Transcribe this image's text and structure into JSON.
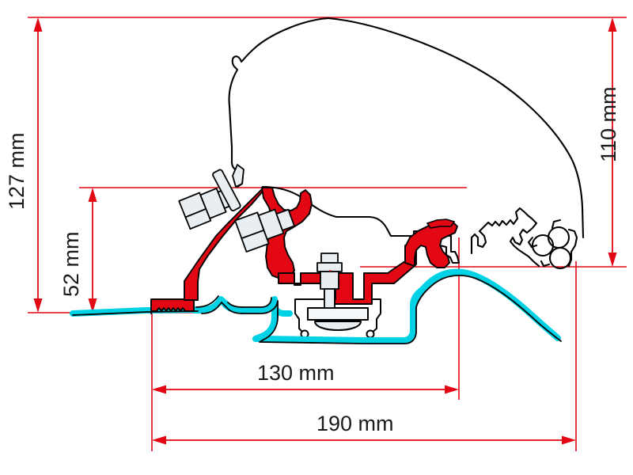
{
  "drawing": {
    "title": "Awning roof adapter bracket cross-section",
    "type": "technical-cross-section",
    "background_color": "#ffffff",
    "dimension_color": "#e30613",
    "outline_color": "#000000",
    "bracket_color": "#e30613",
    "seal_color": "#00d2e6",
    "hardware_fill": "#e8eef2",
    "label_color": "#1a1a1a"
  },
  "dimensions": {
    "height_total": {
      "value": "127 mm",
      "orientation": "vertical",
      "position": "left-outer"
    },
    "height_lower": {
      "value": "52 mm",
      "orientation": "vertical",
      "position": "left-inner"
    },
    "height_right": {
      "value": "110 mm",
      "orientation": "vertical",
      "position": "right-outer"
    },
    "width_inner": {
      "value": "130 mm",
      "orientation": "horizontal",
      "position": "bottom-inner"
    },
    "width_outer": {
      "value": "190 mm",
      "orientation": "horizontal",
      "position": "bottom-outer"
    }
  },
  "components": {
    "vehicle_roof": "vehicle-roof-profile",
    "awning_rail": "awning-rail-extrusion",
    "adapter_bracket": "red-adapter-bracket",
    "rubber_seal": "cyan-sealing-strip",
    "fasteners": "bolt-and-nut-assembly",
    "mounting_plate": "mounting-plate-assembly"
  }
}
